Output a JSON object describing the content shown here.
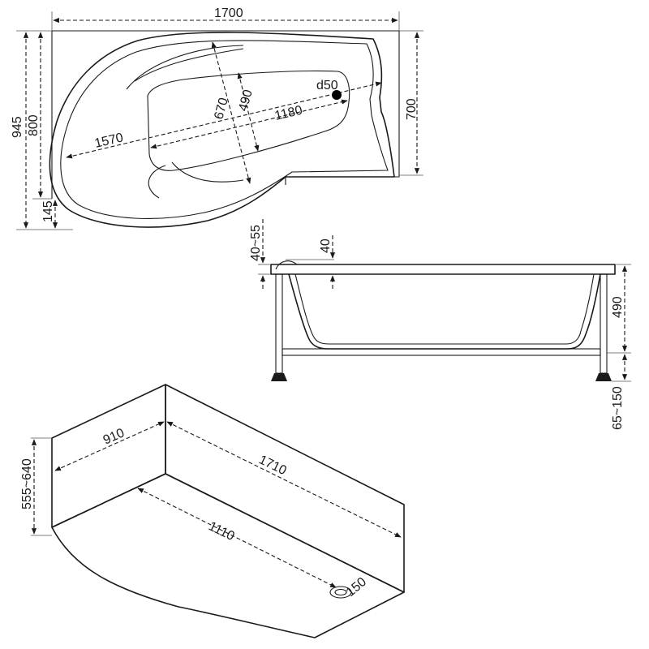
{
  "top_view": {
    "length": "1700",
    "overall_width": "945",
    "width_800": "800",
    "tail_145": "145",
    "right_width": "700",
    "diag_1570": "1570",
    "inner_1180": "1180",
    "inner_670": "670",
    "inner_490": "490",
    "drain": "d50"
  },
  "side_view": {
    "rim": "40~55",
    "rim_40": "40",
    "depth": "490",
    "legs": "65~150"
  },
  "iso_view": {
    "short_side": "910",
    "long_side": "1710",
    "height": "555~640",
    "floor_len": "1110",
    "drain": "150"
  },
  "colors": {
    "line": "#1a1a1a",
    "background": "#ffffff"
  }
}
